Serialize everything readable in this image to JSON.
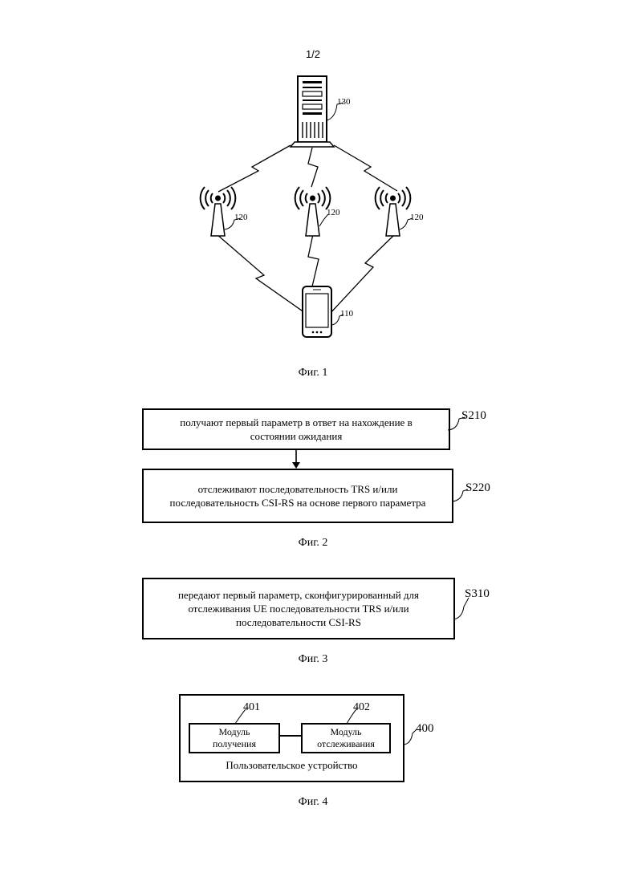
{
  "page_number": "1/2",
  "fig1": {
    "caption": "Фиг. 1",
    "server_ref": "130",
    "station_ref_left": "120",
    "station_ref_center": "120",
    "station_ref_right": "120",
    "phone_ref": "110"
  },
  "fig2": {
    "caption": "Фиг. 2",
    "step1_line1": "получают первый параметр в ответ на нахождение в",
    "step1_line2": "состоянии ожидания",
    "step1_ref": "S210",
    "step2_line1": "отслеживают последовательность TRS и/или",
    "step2_line2": "последовательность CSI-RS на основе первого параметра",
    "step2_ref": "S220"
  },
  "fig3": {
    "caption": "Фиг. 3",
    "step_line1": "передают первый параметр, сконфигурированный для",
    "step_line2": "отслеживания UE последовательности TRS и/или",
    "step_line3": "последовательности CSI-RS",
    "step_ref": "S310"
  },
  "fig4": {
    "caption": "Фиг. 4",
    "device_label": "Пользовательское устройство",
    "device_ref": "400",
    "module1_line1": "Модуль",
    "module1_line2": "получения",
    "module1_ref": "401",
    "module2_line1": "Модуль",
    "module2_line2": "отслеживания",
    "module2_ref": "402"
  }
}
